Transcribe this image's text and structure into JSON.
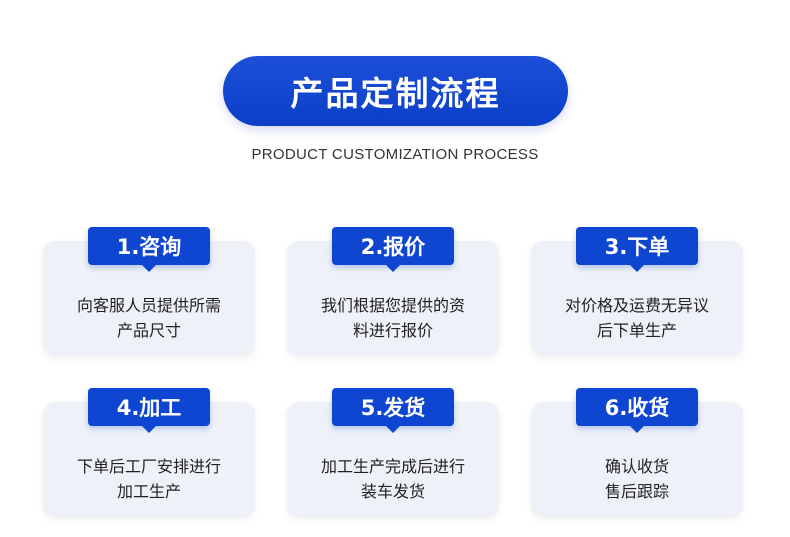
{
  "title": "产品定制流程",
  "subtitle": "PRODUCT CUSTOMIZATION PROCESS",
  "steps": [
    {
      "label": "1.咨询",
      "lines": [
        "向客服人员提供所需",
        "产品尺寸"
      ]
    },
    {
      "label": "2.报价",
      "lines": [
        "我们根据您提供的资",
        "料进行报价"
      ]
    },
    {
      "label": "3.下单",
      "lines": [
        "对价格及运费无异议",
        "后下单生产"
      ]
    },
    {
      "label": "4.加工",
      "lines": [
        "下单后工厂安排进行",
        "加工生产"
      ]
    },
    {
      "label": "5.发货",
      "lines": [
        "加工生产完成后进行",
        "装车发货"
      ]
    },
    {
      "label": "6.收货",
      "lines": [
        "确认收货",
        "售后跟踪"
      ]
    }
  ],
  "colors": {
    "primary": "#0e46d2",
    "card_bg": "#eef1f7",
    "text": "#222222"
  }
}
